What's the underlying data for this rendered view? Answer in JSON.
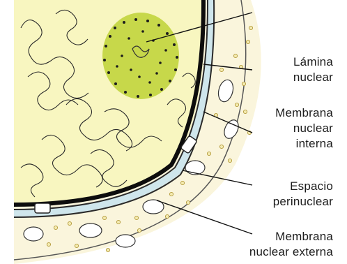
{
  "labels": {
    "lamina": [
      "Lámina",
      "nuclear"
    ],
    "membrana_interna": [
      "Membrana",
      "nuclear",
      "interna"
    ],
    "espacio": [
      "Espacio",
      "perinuclear"
    ],
    "membrana_externa": [
      "Membrana",
      "nuclear externa"
    ]
  },
  "colors": {
    "nucleoplasm": "#f8f6c0",
    "nucleolus": "#c7d84a",
    "lamina": "#0d0d0d",
    "perinuclear_space": "#cfe6ec",
    "cytoplasm": "#faf5dc",
    "granules": "#d8c96a"
  }
}
